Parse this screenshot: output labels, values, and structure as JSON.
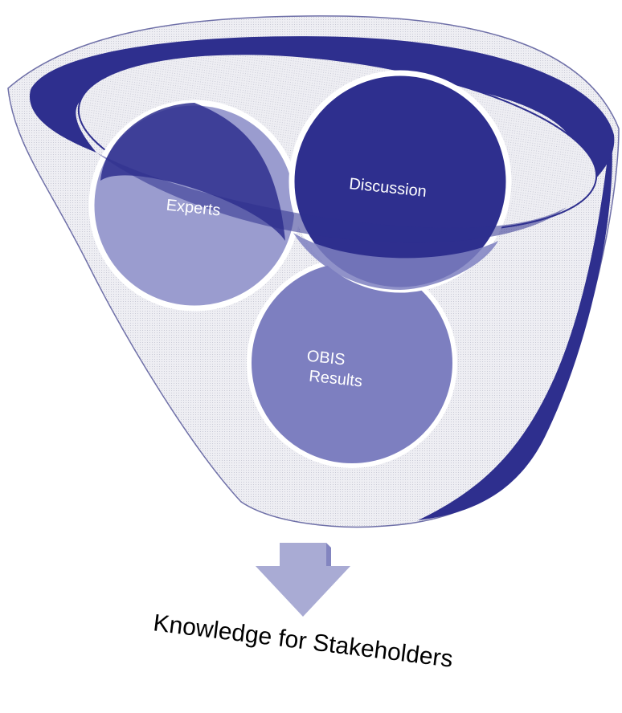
{
  "diagram": {
    "circles": [
      {
        "id": "experts",
        "label": "Experts"
      },
      {
        "id": "discussion",
        "label": "Discussion"
      },
      {
        "id": "obis",
        "label_lines": [
          "OBIS",
          "Results"
        ]
      }
    ],
    "output_label": "Knowledge for Stakeholders",
    "colors": {
      "dark_blue": "#2e2f8e",
      "mid_blue": "#7d7fc0",
      "light_blue": "#9a9ccf",
      "funnel_fill": "#e6e7ee",
      "arrow": "#a9abd4"
    }
  }
}
